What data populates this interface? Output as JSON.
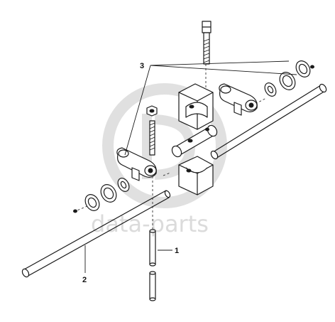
{
  "diagram": {
    "callouts": {
      "one": "1",
      "two": "2",
      "three": "3"
    },
    "watermark": {
      "text": "data-parts",
      "color": "#cfcfcf"
    }
  }
}
